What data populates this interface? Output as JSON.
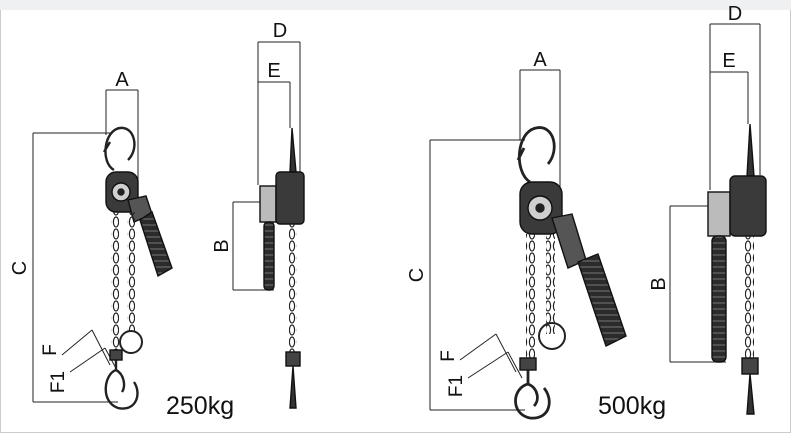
{
  "diagram": {
    "units": [
      {
        "capacity_label": "250kg",
        "dims": {
          "A": "A",
          "B": "B",
          "C": "C",
          "D": "D",
          "E": "E",
          "F": "F",
          "F1": "F1"
        }
      },
      {
        "capacity_label": "500kg",
        "dims": {
          "A": "A",
          "B": "B",
          "C": "C",
          "D": "D",
          "E": "E",
          "F": "F",
          "F1": "F1"
        }
      }
    ]
  }
}
